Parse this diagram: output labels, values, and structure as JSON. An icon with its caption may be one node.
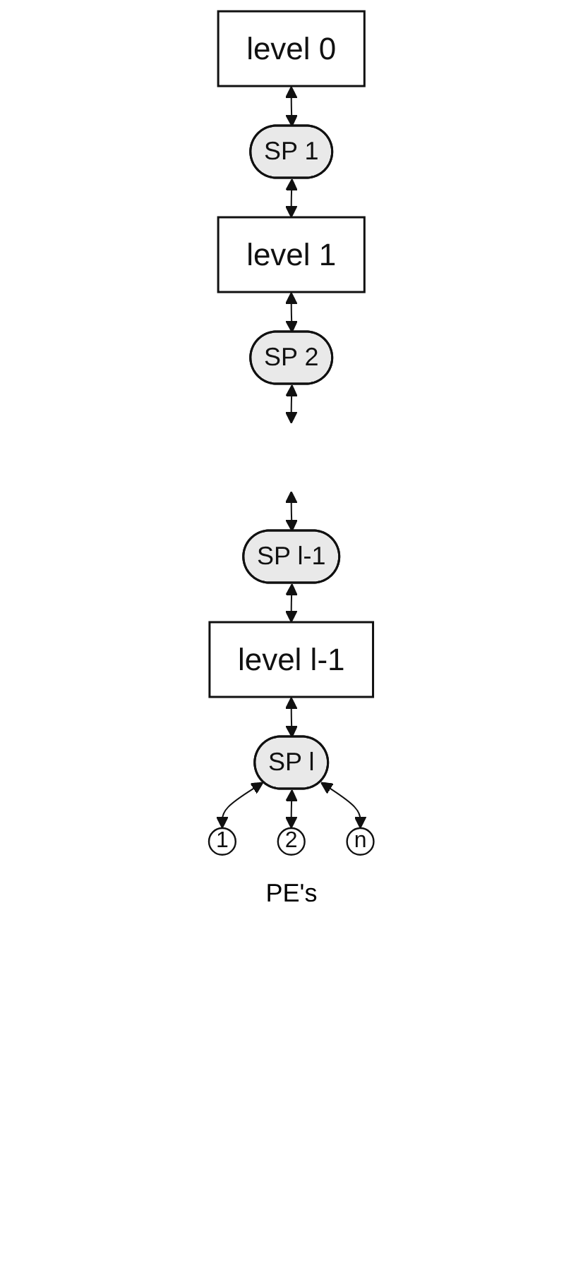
{
  "diagram": {
    "nodes": [
      {
        "text": [
          "level 0"
        ]
      },
      {
        "text": [
          "SP 1"
        ]
      },
      {
        "text": [
          "level 1"
        ]
      },
      {
        "text": [
          "SP 2"
        ]
      },
      {
        "text": [
          "SP l-1"
        ]
      },
      {
        "text": [
          "level l-1"
        ]
      },
      {
        "text": [
          "SP l"
        ]
      },
      {
        "text": [
          "1"
        ]
      },
      {
        "text": [
          "2"
        ]
      },
      {
        "text": [
          "n"
        ]
      }
    ],
    "edges": [
      {
        "from": 0,
        "to": 1,
        "arrow": "both"
      },
      {
        "from": 1,
        "to": 2,
        "arrow": "both"
      },
      {
        "from": 2,
        "to": 3,
        "arrow": "both"
      },
      {
        "from": 3,
        "to": null,
        "arrow": "both"
      },
      {
        "from": null,
        "to": 4,
        "arrow": "both"
      },
      {
        "from": 4,
        "to": 5,
        "arrow": "both"
      },
      {
        "from": 5,
        "to": 6,
        "arrow": "both"
      },
      {
        "from": 6,
        "to": 7,
        "arrow": "both"
      },
      {
        "from": 6,
        "to": 8,
        "arrow": "both"
      },
      {
        "from": 6,
        "to": 9,
        "arrow": "both"
      }
    ],
    "labels": [
      "PE's"
    ]
  }
}
